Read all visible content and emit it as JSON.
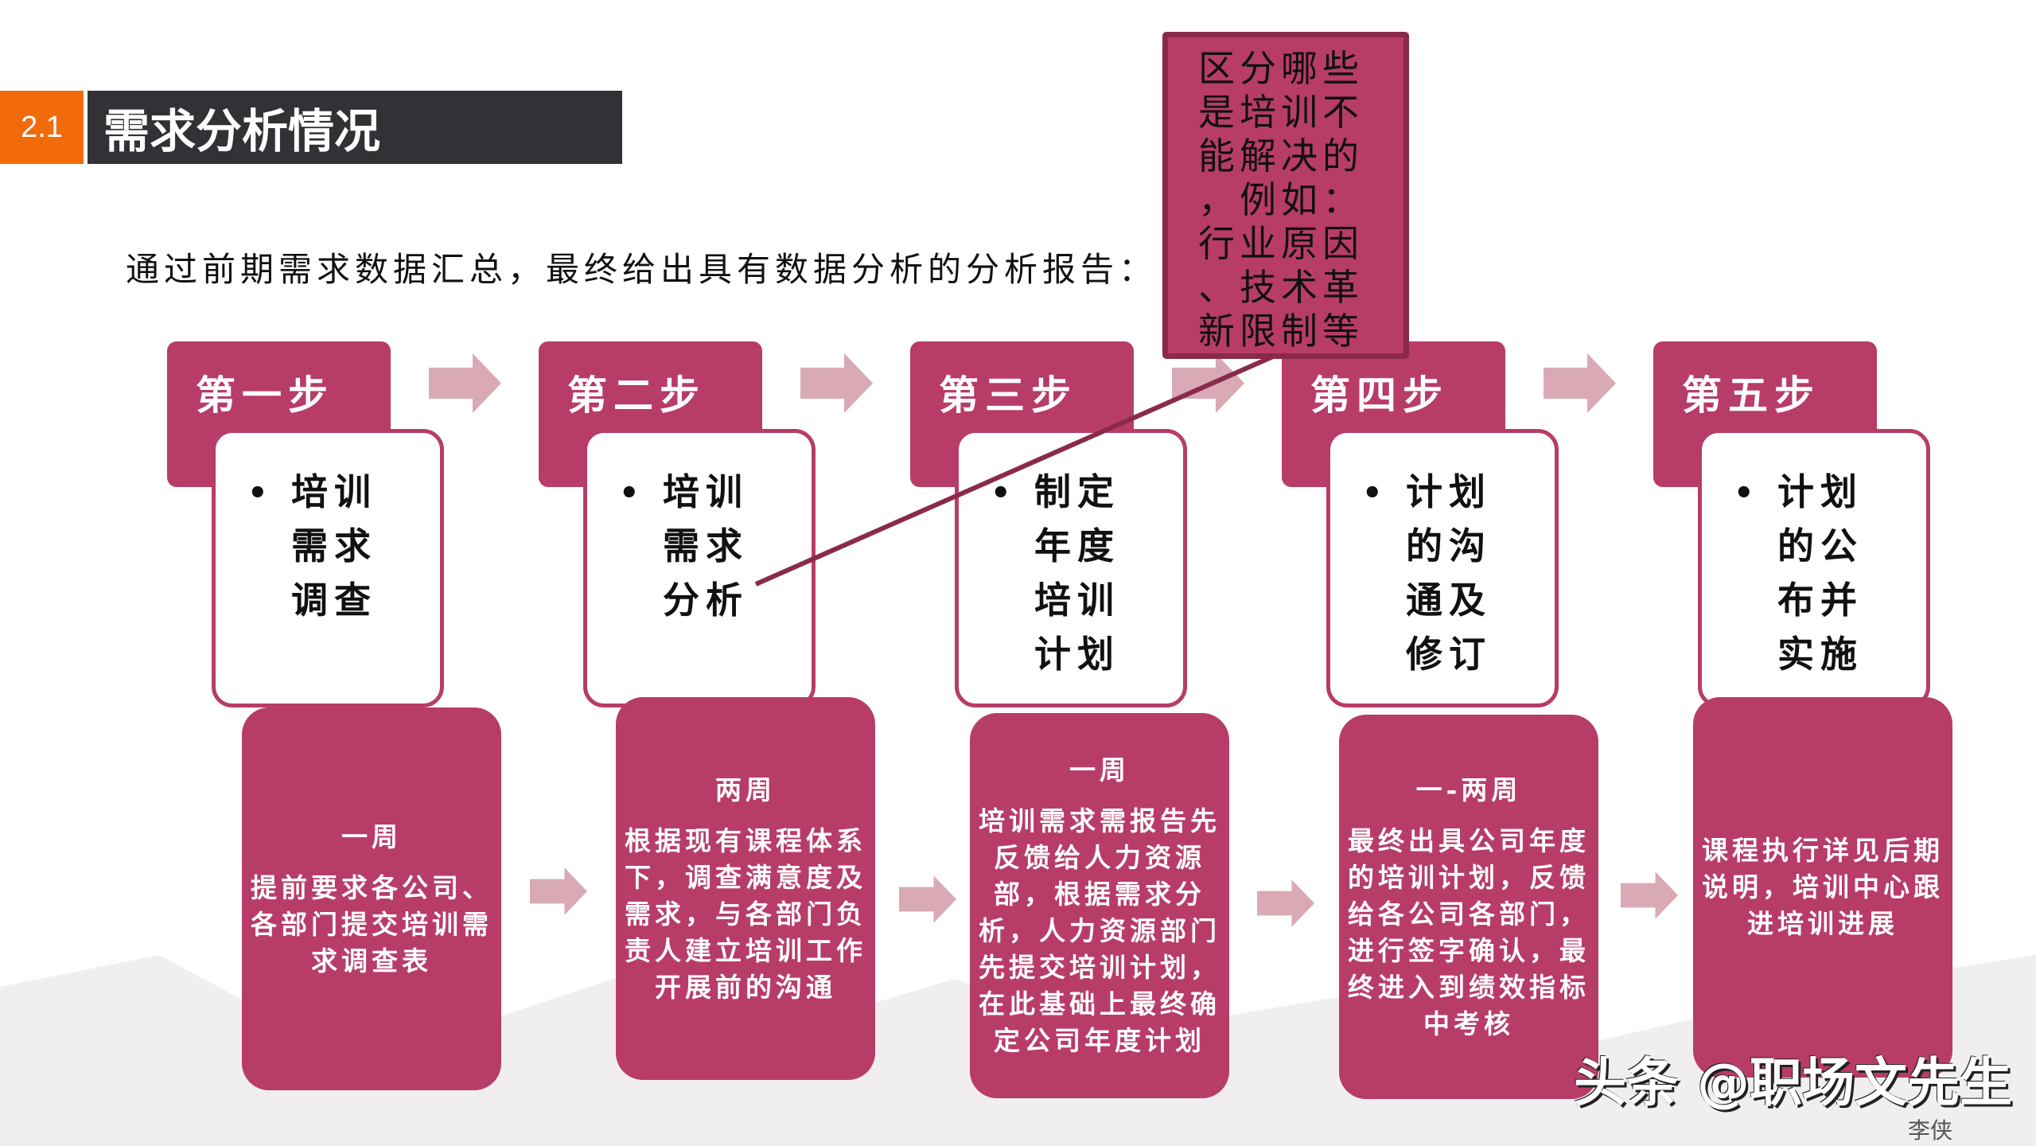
{
  "header": {
    "section_number": "2.1",
    "title": "需求分析情况"
  },
  "intro": "通过前期需求数据汇总，最终给出具有数据分析的分析报告：",
  "steps": [
    {
      "label": "第一步",
      "item": "培训需求调查",
      "duration": "一周",
      "detail": "提前要求各公司、各部门提交培训需求调查表"
    },
    {
      "label": "第二步",
      "item": "培训需求分析",
      "duration": "两周",
      "detail": "根据现有课程体系下，调查满意度及需求，与各部门负责人建立培训工作开展前的沟通"
    },
    {
      "label": "第三步",
      "item": "制定年度培训计划",
      "duration": "一周",
      "detail": "培训需求需报告先反馈给人力资源部，根据需求分析，人力资源部门先提交培训计划，在此基础上最终确定公司年度计划"
    },
    {
      "label": "第四步",
      "item": "计划的沟通及修订",
      "duration": "一-两周",
      "detail": "最终出具公司年度的培训计划，反馈给各公司各部门，进行签字确认，最终进入到绩效指标中考核"
    },
    {
      "label": "第五步",
      "item": "计划的公布并实施",
      "duration": "",
      "detail": "课程执行详见后期说明，培训中心跟进培训进展"
    }
  ],
  "callout": "区分哪些是培训不能解决的，例如：行业原因、技术革新限制等",
  "watermark": {
    "main": "头条 @职场文先生",
    "sub": "李侠"
  },
  "colors": {
    "accent": "#b83c68",
    "orange": "#f26b0a",
    "dark": "#333136",
    "arrow": "#d9a9b6",
    "callout_border": "#8a2a4a"
  }
}
